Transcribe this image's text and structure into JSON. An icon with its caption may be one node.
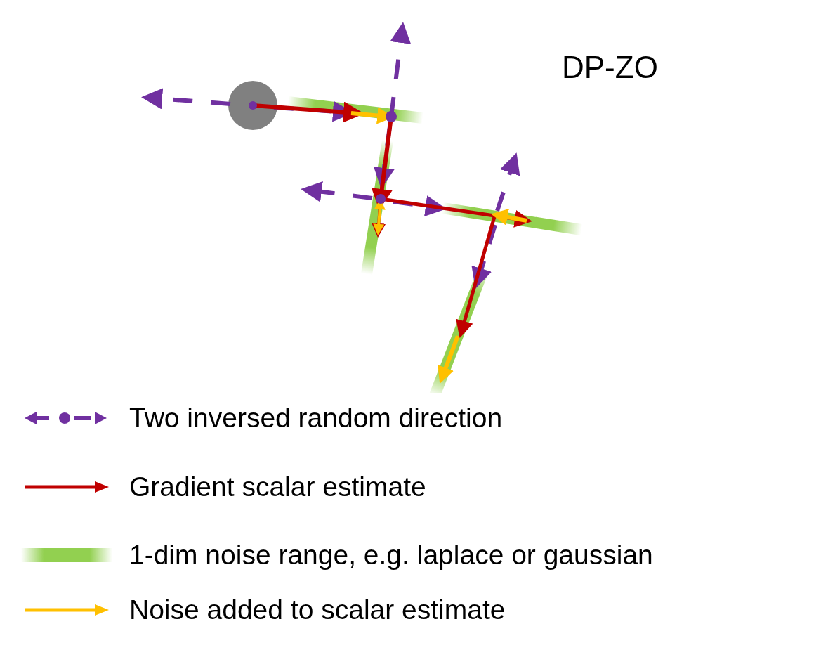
{
  "diagram": {
    "title": "DP-ZO",
    "legend": [
      {
        "text": "Two inversed random direction"
      },
      {
        "text": "Gradient scalar estimate"
      },
      {
        "text": "1-dim noise range, e.g. laplace or gaussian"
      },
      {
        "text": "Noise added to scalar estimate"
      }
    ]
  }
}
